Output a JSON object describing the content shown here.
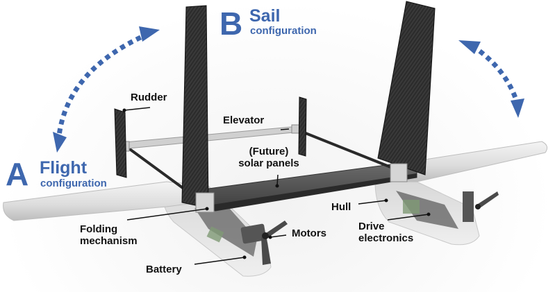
{
  "colors": {
    "accent_blue": "#3e67ae",
    "label_text": "#111111",
    "carbon_dark": "#2a2a2a",
    "hull_light": "#e2e2e2",
    "wing_light": "#e6e6e6"
  },
  "configurations": {
    "flight": {
      "letter": "A",
      "title": "Flight",
      "subtitle": "configuration"
    },
    "sail": {
      "letter": "B",
      "title": "Sail",
      "subtitle": "configuration"
    }
  },
  "labels": {
    "rudder": "Rudder",
    "elevator": "Elevator",
    "solar_line1": "(Future)",
    "solar_line2": "solar panels",
    "folding_line1": "Folding",
    "folding_line2": "mechanism",
    "motors": "Motors",
    "battery": "Battery",
    "hull": "Hull",
    "drive_line1": "Drive",
    "drive_line2": "electronics"
  },
  "icons": {
    "rotation_arrow_left": "dotted-curved-double-arrow",
    "rotation_arrow_right": "dotted-curved-double-arrow"
  }
}
